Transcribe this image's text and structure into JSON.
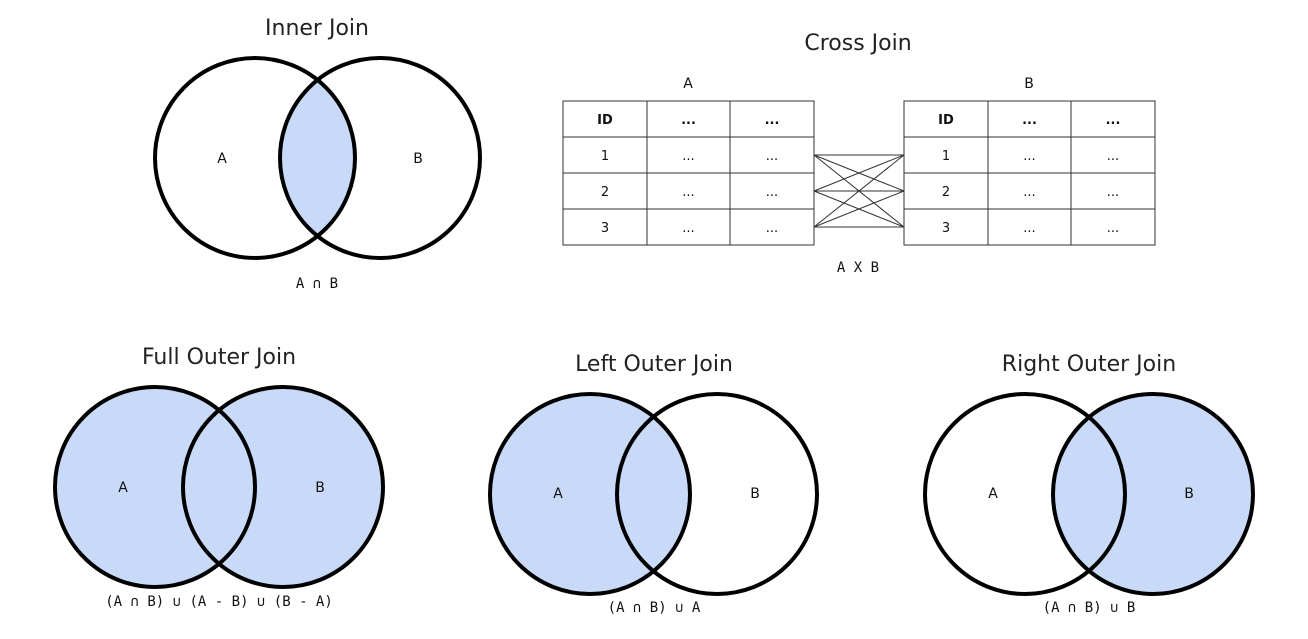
{
  "colors": {
    "fill": "#c9daf8",
    "stroke": "#000000"
  },
  "inner": {
    "title": "Inner Join",
    "left": "A",
    "right": "B",
    "formula": "A ∩ B"
  },
  "cross": {
    "title": "Cross Join",
    "tableA": {
      "label": "A",
      "header": [
        "ID",
        "...",
        "..."
      ],
      "rows": [
        [
          "1",
          "...",
          "..."
        ],
        [
          "2",
          "...",
          "..."
        ],
        [
          "3",
          "...",
          "..."
        ]
      ]
    },
    "tableB": {
      "label": "B",
      "header": [
        "ID",
        "...",
        "..."
      ],
      "rows": [
        [
          "1",
          "...",
          "..."
        ],
        [
          "2",
          "...",
          "..."
        ],
        [
          "3",
          "...",
          "..."
        ]
      ]
    },
    "formula": "A X B"
  },
  "full": {
    "title": "Full Outer Join",
    "left": "A",
    "right": "B",
    "formula": "(A ∩ B) ∪ (A - B) ∪ (B - A)"
  },
  "left": {
    "title": "Left Outer Join",
    "left": "A",
    "right": "B",
    "formula": "(A ∩ B) ∪ A"
  },
  "right": {
    "title": "Right Outer Join",
    "left": "A",
    "right": "B",
    "formula": "(A ∩ B) ∪ B"
  }
}
